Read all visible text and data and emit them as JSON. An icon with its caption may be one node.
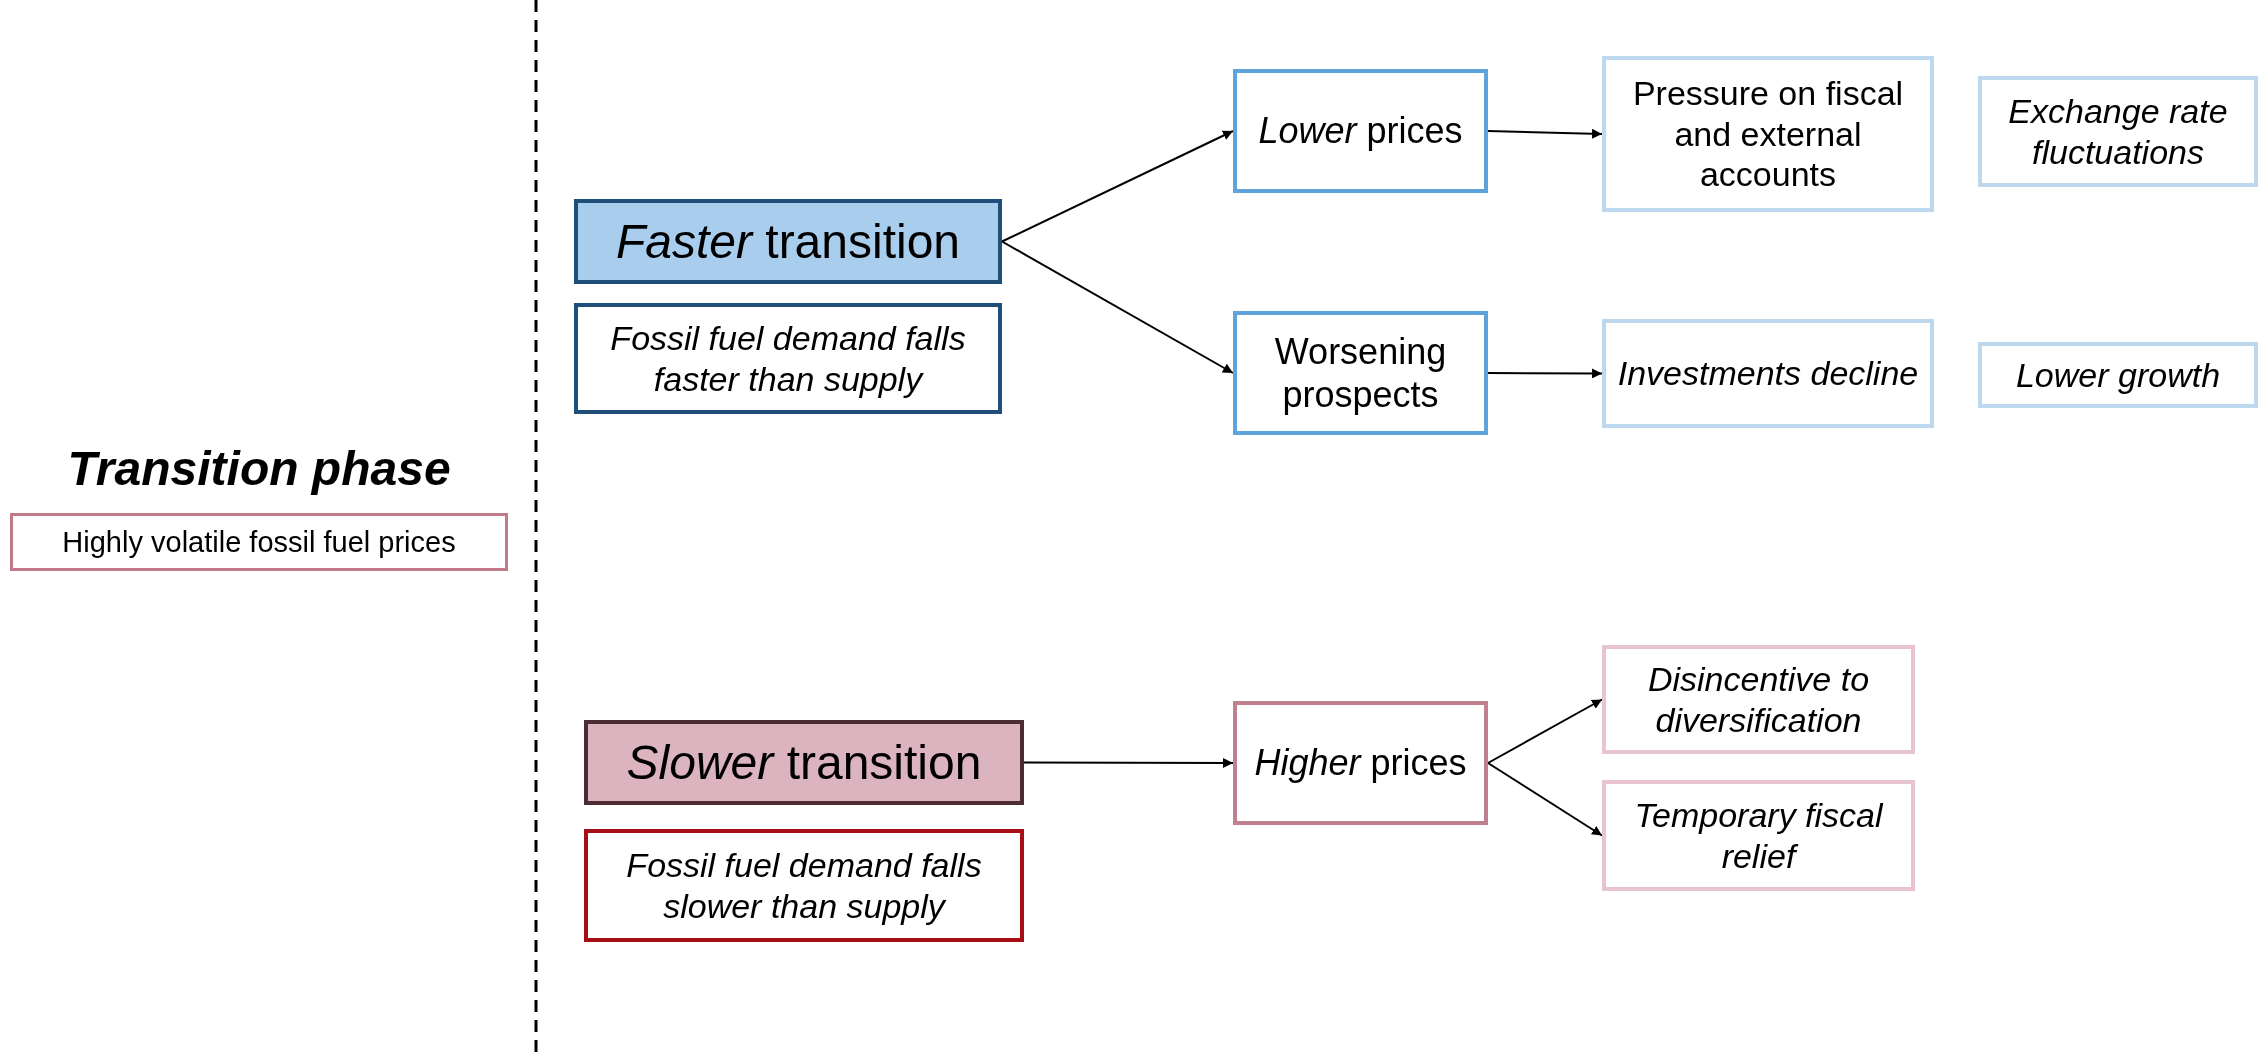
{
  "diagram": {
    "nodes": [
      {
        "text": [
          "Transition phase",
          "Highly volatile fossil fuel prices"
        ]
      },
      {
        "text": [
          "*Faster* transition"
        ]
      },
      {
        "text": [
          "Fossil fuel demand falls faster than supply"
        ]
      },
      {
        "text": [
          "*Lower* prices"
        ]
      },
      {
        "text": [
          "Worsening prospects"
        ]
      },
      {
        "text": [
          "Pressure on fiscal and external accounts"
        ]
      },
      {
        "text": [
          "Exchange rate fluctuations"
        ]
      },
      {
        "text": [
          "Investments decline"
        ]
      },
      {
        "text": [
          "Lower growth"
        ]
      },
      {
        "text": [
          "*Slower* transition"
        ]
      },
      {
        "text": [
          "Fossil fuel demand falls slower than supply"
        ]
      },
      {
        "text": [
          "*Higher* prices"
        ]
      },
      {
        "text": [
          "Disincentive to diversification"
        ]
      },
      {
        "text": [
          "Temporary fiscal relief"
        ]
      }
    ],
    "edges": [
      {
        "from": 1,
        "to": 3,
        "arrow": "to"
      },
      {
        "from": 1,
        "to": 4,
        "arrow": "to"
      },
      {
        "from": 3,
        "to": 5,
        "arrow": "to"
      },
      {
        "from": 4,
        "to": 7,
        "arrow": "to"
      },
      {
        "from": 9,
        "to": 11,
        "arrow": "to"
      },
      {
        "from": 11,
        "to": 12,
        "arrow": "to"
      },
      {
        "from": 11,
        "to": 13,
        "arrow": "to"
      }
    ]
  }
}
